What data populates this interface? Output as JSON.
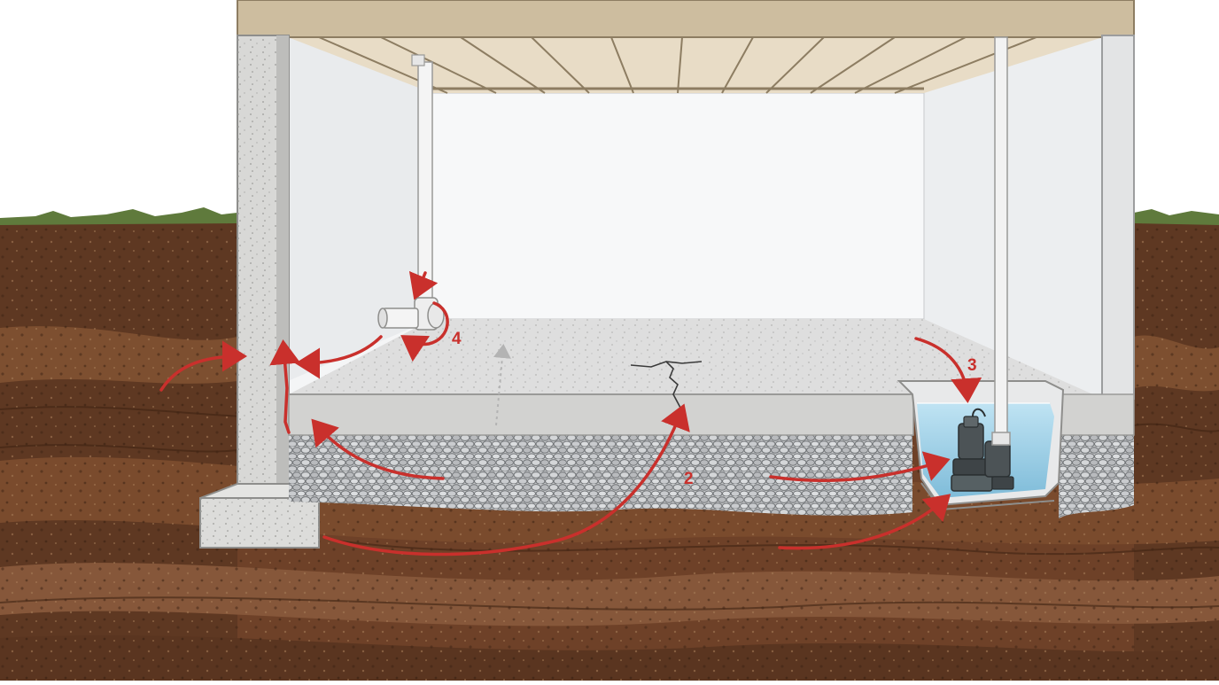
{
  "diagram": {
    "callouts": [
      {
        "id": "2",
        "label": "2"
      },
      {
        "id": "3",
        "label": "3"
      },
      {
        "id": "4",
        "label": "4"
      }
    ]
  },
  "colors": {
    "sky": "#ffffff",
    "soil_dark": "#5a3520",
    "soil_mid": "#6e4128",
    "soil_light": "#8a5a38",
    "grass": "#5f7a3c",
    "concrete": "#d8d8d6",
    "concrete_dark": "#b9b9b6",
    "wall_interior": "#f4f5f6",
    "joist": "#e2d4bd",
    "subfloor": "#cdbd9f",
    "gravel": "#c4c6c8",
    "water": "#9fd0e8",
    "pump": "#4c5356",
    "pipe": "#f2f2f2",
    "arrow": "#c9302c",
    "label": "#c9302c"
  },
  "icons": {
    "sump_pump": "sump-pump-icon",
    "discharge_pipe": "pipe-icon",
    "water_flow_arrow": "arrow-icon"
  }
}
